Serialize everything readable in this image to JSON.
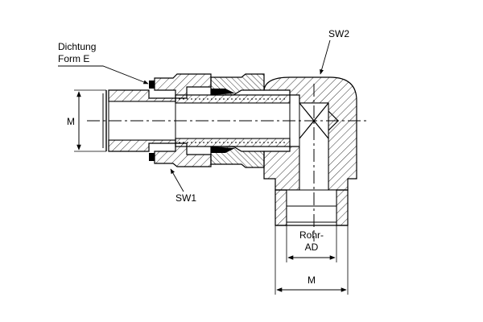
{
  "labels": {
    "seal_line1": "Dichtung",
    "seal_line2": "Form E",
    "sw1": "SW1",
    "sw2": "SW2",
    "m_left": "M",
    "m_bottom": "M",
    "pipe_od_line1": "Rohr-",
    "pipe_od_line2": "AD"
  },
  "colors": {
    "line": "#000000",
    "background": "#ffffff",
    "hatch": "#000000"
  }
}
